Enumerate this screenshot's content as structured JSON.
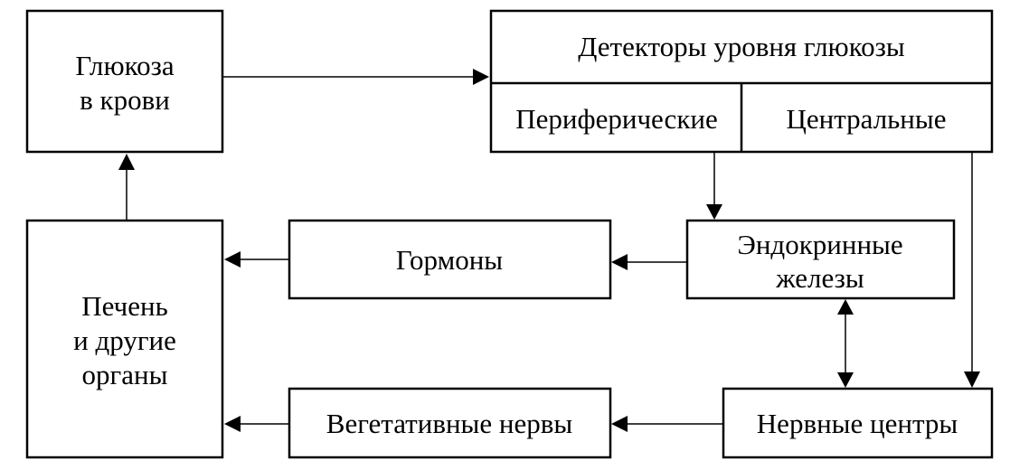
{
  "boxes": {
    "glucose": {
      "lines": [
        "Глюкоза",
        "в крови"
      ]
    },
    "detectors": {
      "title": "Детекторы уровня глюкозы",
      "peripheral": "Периферические",
      "central": "Центральные"
    },
    "endocrine": {
      "lines": [
        "Эндокринные",
        "железы"
      ]
    },
    "hormones": {
      "lines": [
        "Гормоны"
      ]
    },
    "liver": {
      "lines": [
        "Печень",
        "и другие",
        "органы"
      ]
    },
    "veg_nerves": {
      "lines": [
        "Вегетативные нервы"
      ]
    },
    "nerve_centers": {
      "lines": [
        "Нервные центры"
      ]
    }
  },
  "colors": {
    "stroke": "#000000",
    "fill": "#ffffff"
  }
}
